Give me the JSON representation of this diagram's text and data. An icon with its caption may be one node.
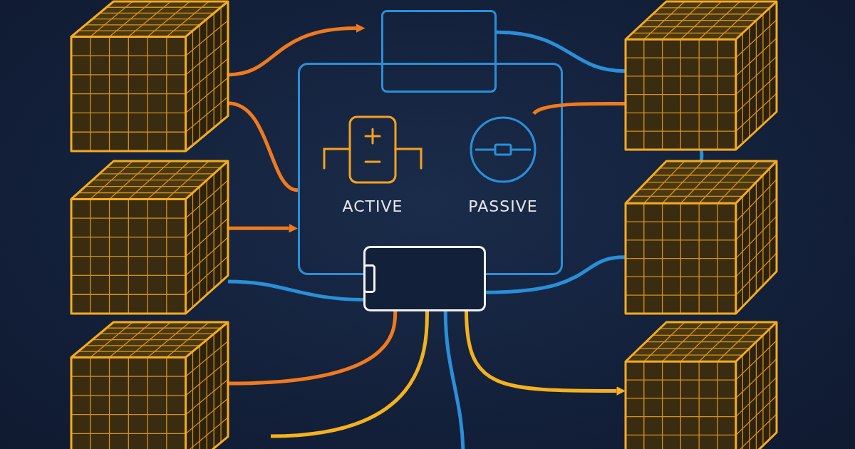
{
  "diagram": {
    "nodes": [
      {
        "text": [],
        "shape": "cube"
      },
      {
        "text": [],
        "shape": "box"
      },
      {
        "text": [
          "ACTIVE",
          "PASSIVE"
        ]
      },
      {
        "text": [],
        "shape": "cube"
      },
      {
        "text": [],
        "shape": "cube"
      },
      {
        "text": [],
        "shape": "cube"
      },
      {
        "text": [],
        "shape": "battery"
      },
      {
        "text": [],
        "shape": "cube"
      },
      {
        "text": [],
        "shape": "cube"
      }
    ],
    "edges": [
      {
        "from": 0,
        "to": 1,
        "arrow": "to",
        "color": "#f07a1e"
      },
      {
        "from": 0,
        "to": 2,
        "arrow": "none",
        "color": "#f07a1e"
      },
      {
        "from": 4,
        "to": 2,
        "arrow": "to",
        "color": "#f07a1e"
      },
      {
        "from": 4,
        "to": 6,
        "arrow": "none",
        "color": "#2a8fd8"
      },
      {
        "from": 7,
        "to": 6,
        "arrow": "none",
        "color": "#f07a1e"
      },
      {
        "from": null,
        "to": 6,
        "arrow": "none",
        "color": "#f4b21e"
      },
      {
        "from": 6,
        "to": null,
        "arrow": "none",
        "color": "#2a8fd8"
      },
      {
        "from": 6,
        "to": 8,
        "arrow": "to",
        "color": "#f4b21e"
      },
      {
        "from": 1,
        "to": 3,
        "arrow": "none",
        "color": "#2a8fd8"
      },
      {
        "from": 2,
        "to": 3,
        "arrow": "none",
        "color": "#f07a1e"
      },
      {
        "from": 6,
        "to": 5,
        "arrow": "none",
        "color": "#2a8fd8"
      },
      {
        "from": 3,
        "to": 5,
        "arrow": "none",
        "color": "#2a8fd8"
      }
    ]
  }
}
